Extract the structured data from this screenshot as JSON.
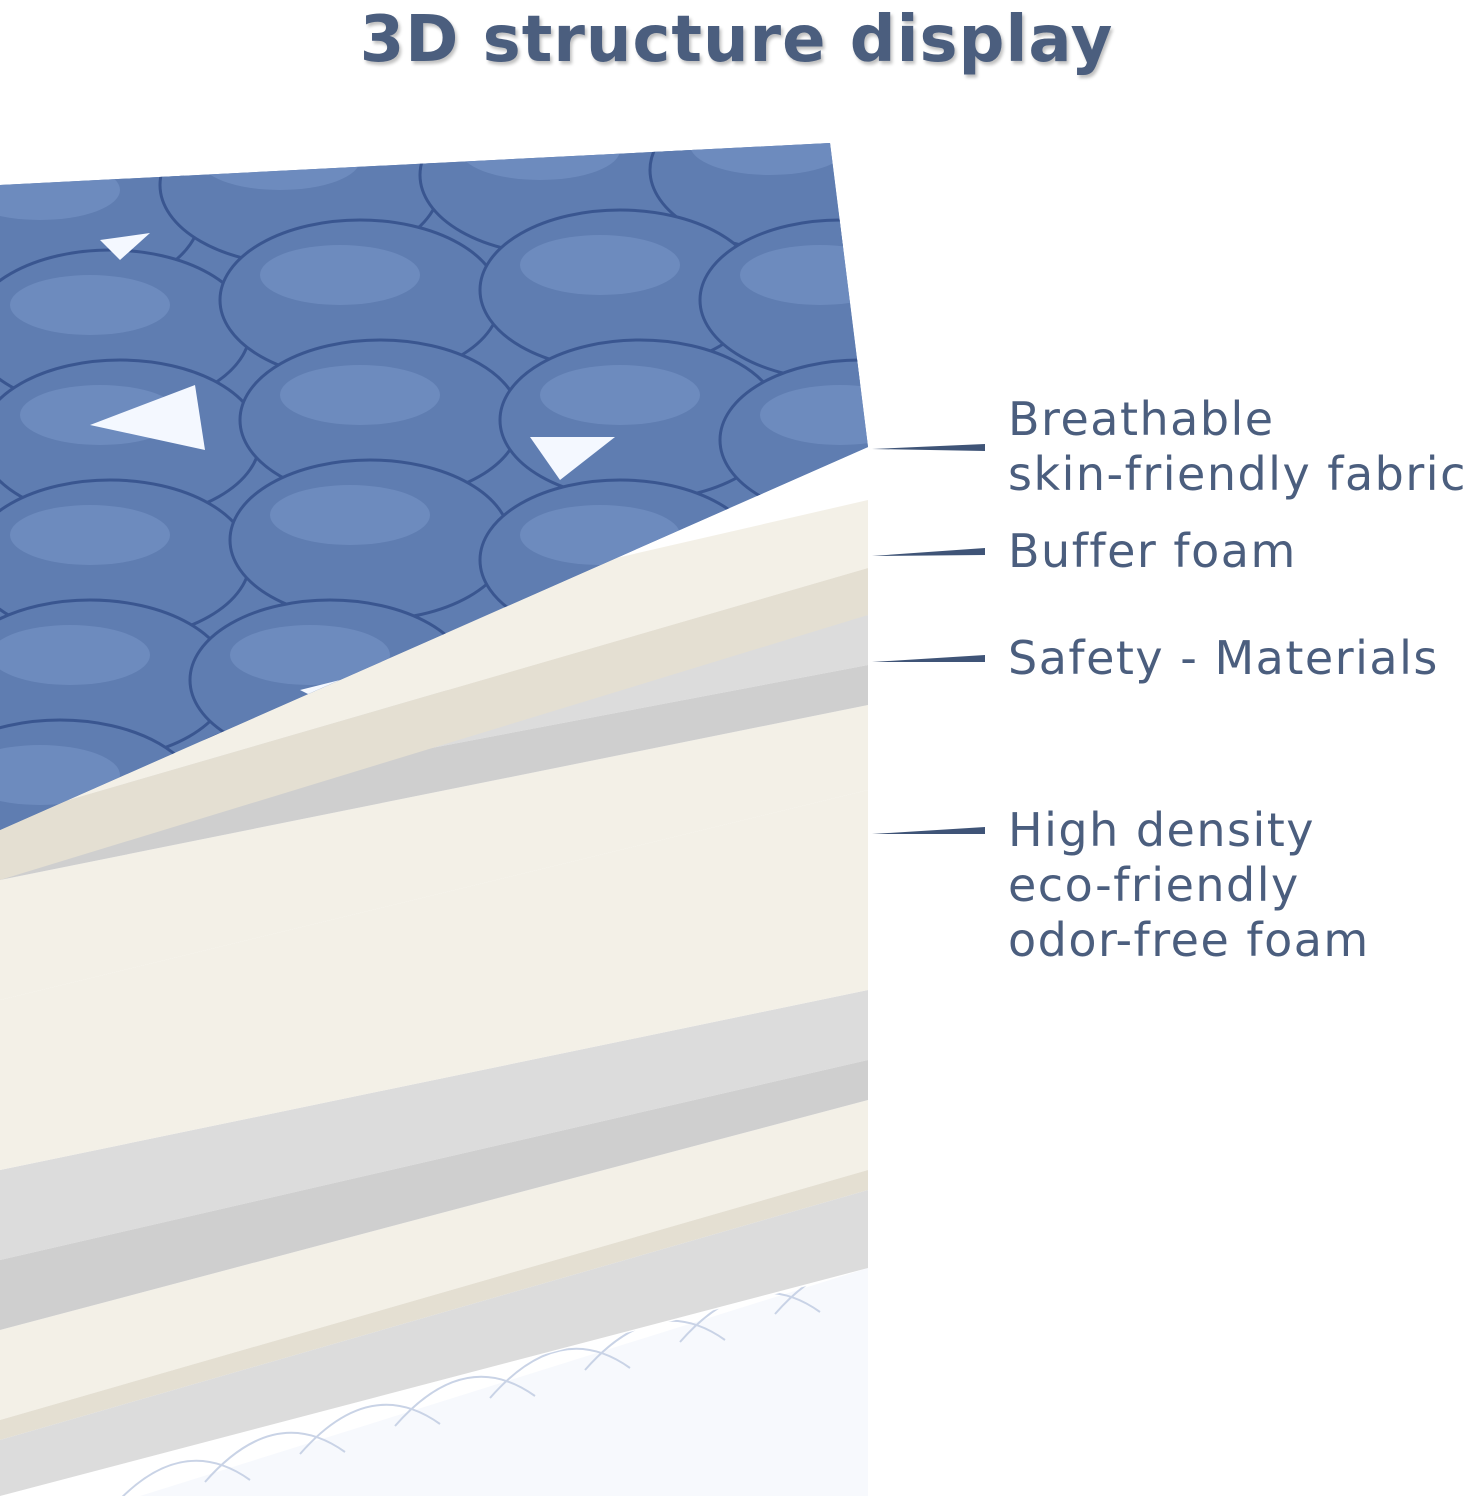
{
  "title": "3D structure display",
  "colors": {
    "text": "#4b5e7e",
    "fabric": "#5f7db1",
    "fabric_dark": "#3a5690",
    "fabric_light": "#8aa6d6",
    "foam_cream": "#f3f0e7",
    "foam_cream_edge": "#e4dfd2",
    "foam_gray": "#dcdcdc",
    "foam_gray_edge": "#cfcfcf",
    "bottom_fabric": "#f7f9fd",
    "pointer": "#3f5477"
  },
  "layers": [
    {
      "name": "fabric-top",
      "label_lines": [
        "Breathable",
        "skin-friendly fabric"
      ]
    },
    {
      "name": "buffer-foam",
      "label_lines": [
        "Buffer foam"
      ]
    },
    {
      "name": "safety-materials",
      "label_lines": [
        "Safety - Materials"
      ]
    },
    {
      "name": "high-density-foam",
      "label_lines": [
        "High density",
        "eco-friendly",
        "odor-free foam"
      ]
    }
  ]
}
